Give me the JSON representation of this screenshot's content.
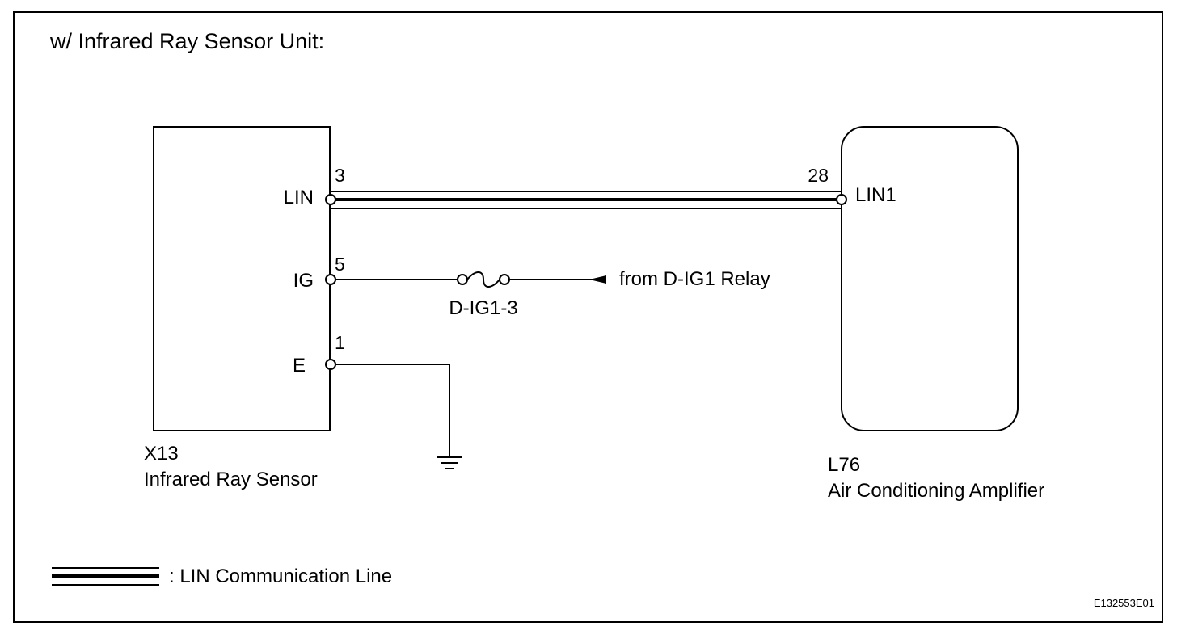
{
  "title": "w/ Infrared Ray Sensor Unit:",
  "sensor": {
    "code": "X13",
    "name": "Infrared Ray Sensor",
    "pins": [
      {
        "label": "LIN",
        "number": "3"
      },
      {
        "label": "IG",
        "number": "5"
      },
      {
        "label": "E",
        "number": "1"
      }
    ]
  },
  "amplifier": {
    "code": "L76",
    "name": "Air Conditioning Amplifier",
    "pin_label": "LIN1",
    "pin_number": "28"
  },
  "fuse": {
    "label": "D-IG1-3"
  },
  "source": {
    "label": "from D-IG1 Relay"
  },
  "legend": {
    "label": ": LIN Communication Line"
  },
  "figure_id": "E132553E01"
}
